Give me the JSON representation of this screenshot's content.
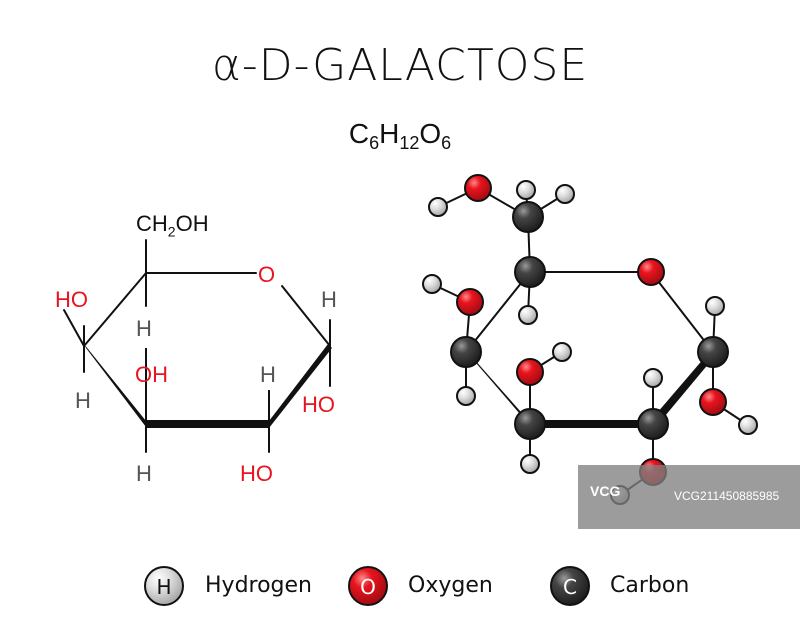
{
  "title": "α-D-GALACTOSE",
  "formula": {
    "c": "C",
    "c_n": "6",
    "h": "H",
    "h_n": "12",
    "o": "O",
    "o_n": "6"
  },
  "haworth": {
    "ch2oh": "CH",
    "ch2oh_sub": "2",
    "ch2oh_tail": "OH",
    "ring_o": "O",
    "labels": {
      "ho_left": "HO",
      "h_c4": "H",
      "h_c3_bottom": "H",
      "oh_c3": "OH",
      "h_c2": "H",
      "h_c1": "H",
      "ho_c1": "HO",
      "oh_c2": "HO",
      "h_c5": "H"
    }
  },
  "legend": [
    {
      "symbol": "H",
      "label": "Hydrogen",
      "color": "#d8d8d8"
    },
    {
      "symbol": "O",
      "label": "Oxygen",
      "color": "#e8141f"
    },
    {
      "symbol": "C",
      "label": "Carbon",
      "color": "#404040"
    }
  ],
  "watermark": {
    "text": "VCG21145088598​5",
    "logo": "VCG"
  },
  "colors": {
    "oxygen": "#e8141f",
    "carbon": "#3c3c3c",
    "hydrogen": "#d4d4d4",
    "bond": "#111111"
  }
}
